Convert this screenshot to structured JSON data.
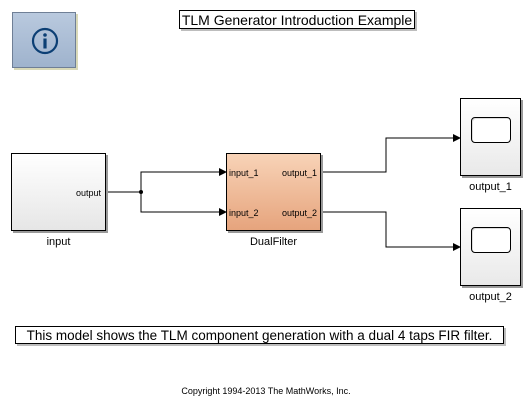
{
  "model": {
    "title": "TLM Generator Introduction Example",
    "description": "This model shows the TLM component generation with a dual 4 taps FIR filter.",
    "copyright": "Copyright 1994-2013 The MathWorks, Inc."
  },
  "info_button": {
    "icon": "info-icon"
  },
  "blocks": {
    "input": {
      "name": "input",
      "out_port": "output"
    },
    "dual_filter": {
      "name": "DualFilter",
      "in_ports": [
        "input_1",
        "input_2"
      ],
      "out_ports": [
        "output_1",
        "output_2"
      ]
    },
    "scope_1": {
      "name": "output_1",
      "icon": "scope-icon"
    },
    "scope_2": {
      "name": "output_2",
      "icon": "scope-icon"
    }
  },
  "colors": {
    "info_button": "#a9bcd5",
    "filter_block": "#eeb793",
    "signal_line": "#000000"
  }
}
